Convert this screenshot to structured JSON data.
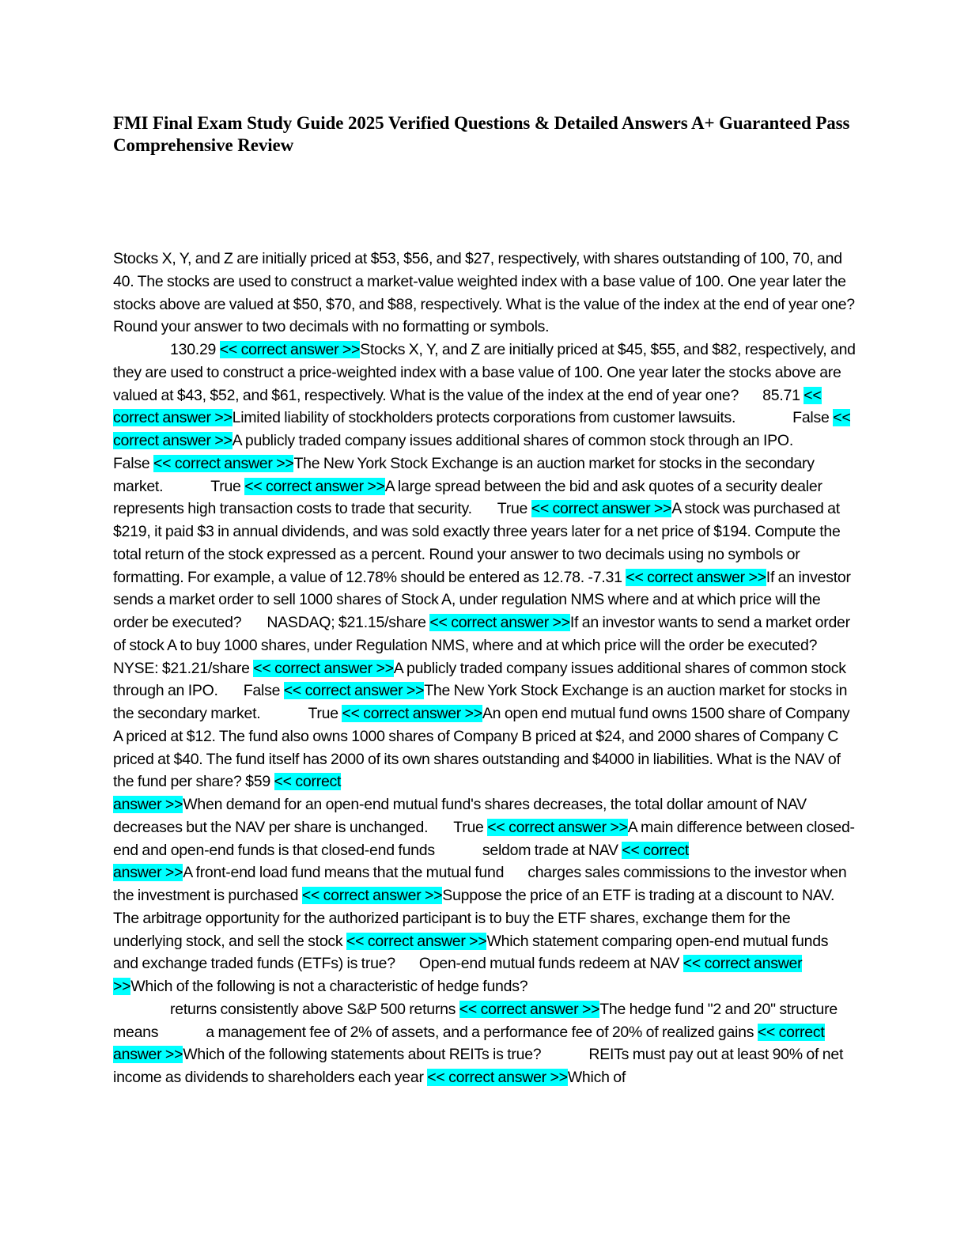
{
  "document": {
    "title": "FMI Final Exam Study Guide 2025 Verified Questions & Detailed Answers A+ Guaranteed Pass Comprehensive Review",
    "marker": "<< correct answer >>",
    "marker_split": [
      "<< correct",
      "answer >>"
    ],
    "highlight_color": "#00ffff",
    "items": [
      {
        "q": "Stocks X, Y, and Z are initially priced at $53, $56, and $27, respectively, with shares outstanding of 100, 70, and 40. The stocks are used to construct a market-value weighted index with a base value of 100. One year later the stocks above are valued at $50, $70, and $88, respectively. What is the value of the index at the end of year one? Round your answer to two decimals with no formatting or symbols.",
        "a": "130.29"
      },
      {
        "q": "Stocks X, Y, and Z are initially priced at $45, $55, and $82, respectively, and they are used to construct a price-weighted index with a base value of 100. One year later the stocks above are valued at $43, $52, and $61, respectively. What is the value of the index at the end of year one?",
        "a": "85.71"
      },
      {
        "q": "Limited liability of stockholders protects corporations from customer lawsuits.",
        "a": "False"
      },
      {
        "q": "A publicly traded company issues additional shares of common stock through an IPO.",
        "a": "False"
      },
      {
        "q": "The New York Stock Exchange is an auction market for stocks in the secondary market.",
        "a": "True"
      },
      {
        "q": "A large spread between the bid and ask quotes of a security dealer represents high transaction costs to trade that security.",
        "a": "True"
      },
      {
        "q": "A stock was purchased at $219, it paid $3 in annual dividends, and was sold exactly three years later for a net price of $194. Compute the total return of the stock expressed as a percent. Round your answer to two decimals using no symbols or formatting. For example, a value of 12.78% should be entered as 12.78.",
        "a": "-7.31"
      },
      {
        "q": "If an investor sends a market order to sell 1000 shares of Stock A, under regulation NMS where and at which price will the order be executed?",
        "a": "NASDAQ; $21.15/share"
      },
      {
        "q": "If an investor wants to send a market order of stock A to buy 1000 shares, under Regulation NMS, where and at which price will the order be executed?",
        "a": "NYSE: $21.21/share"
      },
      {
        "q": "A publicly traded company issues additional shares of common stock through an IPO.",
        "a": "False"
      },
      {
        "q": "The New York Stock Exchange is an auction market for stocks in the secondary market.",
        "a": "True"
      },
      {
        "q": "An open end mutual fund owns 1500 share of Company A priced at $12. The fund also owns 1000 shares of Company B priced at $24, and 2000 shares of Company C priced at $40. The fund itself has 2000 of its own shares outstanding and $4000 in liabilities. What is the NAV of the fund per share?",
        "a": "$59"
      },
      {
        "q": "When demand for an open-end mutual fund's shares decreases, the total dollar amount of NAV decreases but the NAV per share is unchanged.",
        "a": "True"
      },
      {
        "q": "A main difference between closed-end and open-end funds is that closed-end funds",
        "a": "seldom trade at NAV"
      },
      {
        "q": "A front-end load fund means that the mutual fund",
        "a": "charges sales commissions to the investor when the investment is purchased"
      },
      {
        "q": "Suppose the price of an ETF is trading at a discount to NAV. The arbitrage opportunity for the authorized participant is to",
        "a": "buy the ETF shares, exchange them for the underlying stock, and sell the stock"
      },
      {
        "q": "Which statement comparing open-end mutual funds and exchange traded funds (ETFs) is true?",
        "a": "Open-end mutual funds redeem at NAV"
      },
      {
        "q": "Which of the following is not a characteristic of hedge funds?",
        "a": "returns consistently above S&P 500 returns"
      },
      {
        "q": "The hedge fund \"2 and 20\" structure means",
        "a": "a management fee of 2% of assets, and a performance fee of 20% of realized gains"
      },
      {
        "q": "Which of the following statements about REITs is true?",
        "a": "REITs must pay out at least 90% of net income as dividends to shareholders each year"
      },
      {
        "q": "Which of",
        "a": ""
      }
    ]
  }
}
